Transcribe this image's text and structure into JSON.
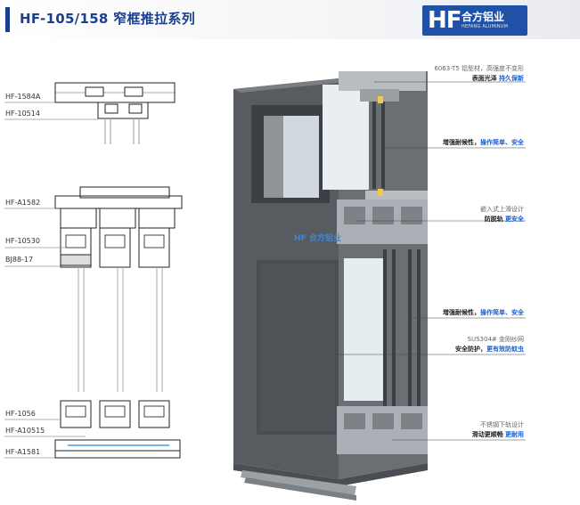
{
  "header": {
    "title": "HF-105/158 窄框推拉系列",
    "logo_mark": "HF",
    "logo_name": "合方铝业",
    "logo_en": "HEFANG ALUMINUM"
  },
  "product_logo": "HF 合方铝业",
  "part_labels": [
    "HF-1584A",
    "HF-10514",
    "HF-A1582",
    "HF-10530",
    "BJ88-17",
    "HF-1056",
    "HF-A10515",
    "HF-A1581"
  ],
  "callouts": [
    {
      "sub": "6063-T5 铝型材，高强度不变形",
      "main": "表面光泽",
      "hl": "持久保新"
    },
    {
      "sub": "",
      "main": "增强耐候性，",
      "hl": "操作简单、安全"
    },
    {
      "sub": "嵌入式上滑设计",
      "main": "防脱轨",
      "hl": "更安全"
    },
    {
      "sub": "",
      "main": "增强耐候性，",
      "hl": "操作简单、安全"
    },
    {
      "sub": "SUS304# 金刚纱网",
      "main": "安全防护，",
      "hl": "更有效防蚊虫"
    },
    {
      "sub": "不锈钢下轨设计",
      "main": "滑动更顺畅",
      "hl": "更耐用"
    }
  ],
  "colors": {
    "brand_blue": "#1b3f8f",
    "highlight_blue": "#1a5fd1",
    "frame_gray": "#5f6368"
  }
}
